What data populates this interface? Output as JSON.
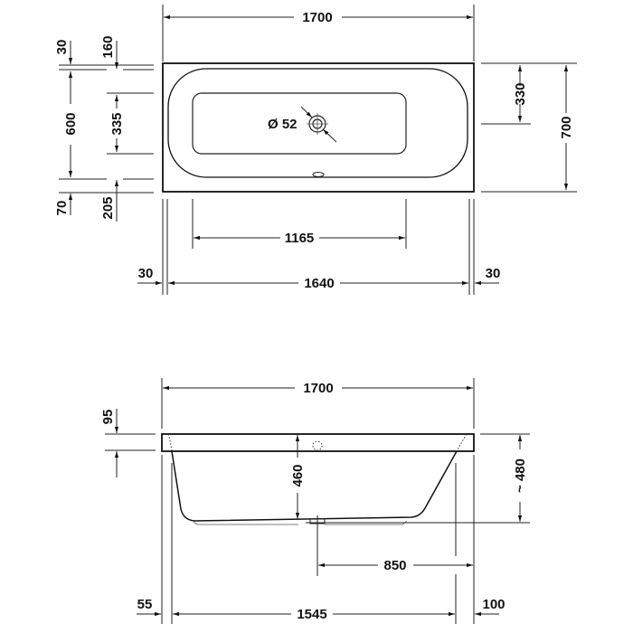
{
  "diagram": {
    "type": "technical-drawing",
    "subject": "bathtub dimensions",
    "units": "mm",
    "top_view": {
      "dimensions": {
        "overall_length": "1700",
        "overall_width": "700",
        "rim_top": "30",
        "inner_top_offset": "160",
        "inner_width": "600",
        "flat_bottom_width": "335",
        "rim_bottom": "70",
        "inner_bottom_offset": "205",
        "drain_offset": "330",
        "flat_bottom_length": "1165",
        "inner_length": "1640",
        "rim_left": "30",
        "rim_right": "30",
        "drain_diameter": "Ø 52"
      }
    },
    "side_view": {
      "dimensions": {
        "overall_length": "1700",
        "rim_height": "95",
        "inner_depth": "460",
        "overall_height": "~ 480",
        "drain_position": "850",
        "base_length": "1545",
        "base_left_offset": "55",
        "base_right_offset": "100"
      }
    }
  }
}
